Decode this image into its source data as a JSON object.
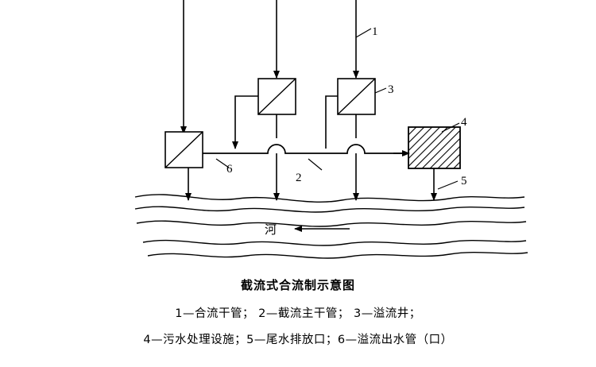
{
  "diagram": {
    "river_label": "河",
    "callouts": [
      {
        "id": "1",
        "text": "1"
      },
      {
        "id": "2",
        "text": "2"
      },
      {
        "id": "3",
        "text": "3"
      },
      {
        "id": "4",
        "text": "4"
      },
      {
        "id": "5",
        "text": "5"
      },
      {
        "id": "6",
        "text": "6"
      }
    ]
  },
  "caption": {
    "title": "截流式合流制示意图",
    "line1": "1—合流干管；  2—截流主干管；  3—溢流井；",
    "line2": "4—污水处理设施；5—尾水排放口；6—溢流出水管（口）"
  }
}
